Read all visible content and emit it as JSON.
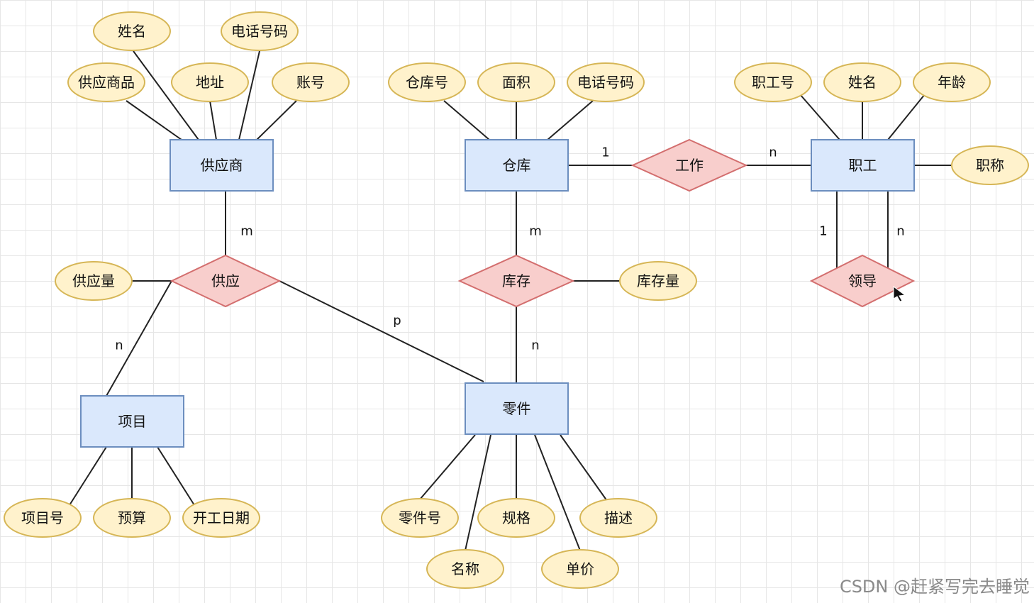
{
  "colors": {
    "entity_fill": "#dae8fc",
    "entity_stroke": "#6c8ebf",
    "relation_fill": "#f8cecc",
    "relation_stroke": "#d36e6e",
    "attr_fill": "#fff2cc",
    "attr_stroke": "#d6b656",
    "line": "#222222"
  },
  "entities": {
    "supplier": "供应商",
    "warehouse": "仓库",
    "employee": "职工",
    "project": "项目",
    "part": "零件"
  },
  "relations": {
    "supply": "供应",
    "stock": "库存",
    "work": "工作",
    "lead": "领导"
  },
  "attributes": {
    "supplier_name": "姓名",
    "supplier_phone": "电话号码",
    "supplier_goods": "供应商品",
    "supplier_address": "地址",
    "supplier_account": "账号",
    "warehouse_no": "仓库号",
    "warehouse_area": "面积",
    "warehouse_phone": "电话号码",
    "employee_no": "职工号",
    "employee_name": "姓名",
    "employee_age": "年龄",
    "employee_title": "职称",
    "supply_qty": "供应量",
    "stock_qty": "库存量",
    "project_no": "项目号",
    "project_budget": "预算",
    "project_start": "开工日期",
    "part_no": "零件号",
    "part_spec": "规格",
    "part_desc": "描述",
    "part_name": "名称",
    "part_price": "单价"
  },
  "cardinalities": {
    "supplier_supply": "m",
    "project_supply": "n",
    "part_supply": "p",
    "warehouse_stock": "m",
    "part_stock": "n",
    "warehouse_work": "1",
    "employee_work": "n",
    "lead_one": "1",
    "lead_many": "n"
  },
  "watermark": "CSDN @赶紧写完去睡觉"
}
